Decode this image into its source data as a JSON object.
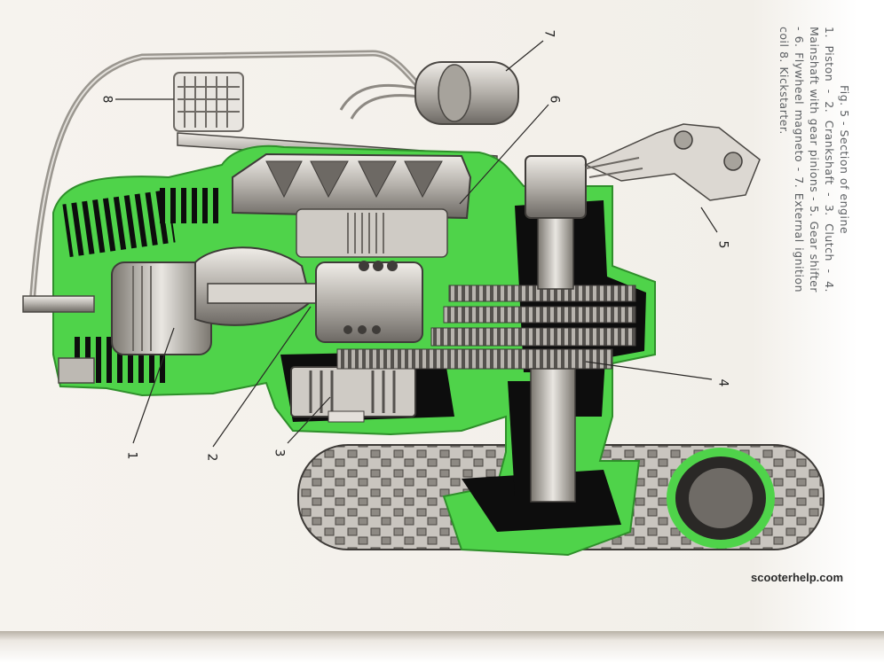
{
  "figure": {
    "title": "Fig. 5 - Section of engine",
    "legend": "1. Piston - 2. Crankshaft - 3. Clutch - 4. Mainshaft with gear pinions - 5. Gear shifter - 6. Flywheel magneto - 7. External ignition coil 8. Kickstarter."
  },
  "callouts": {
    "c1": "1",
    "c2": "2",
    "c3": "3",
    "c4": "4",
    "c5": "5",
    "c6": "6",
    "c7": "7",
    "c8": "8"
  },
  "watermark": "scooterhelp.com",
  "colors": {
    "casing_green": "#4fd34a",
    "casing_dark": "#0d0d0d",
    "metal_light": "#d9d5cf",
    "metal_mid": "#9c9892",
    "metal_dark": "#5a5652",
    "paper": "#f4f1ec",
    "caption_text": "#5d6063"
  }
}
